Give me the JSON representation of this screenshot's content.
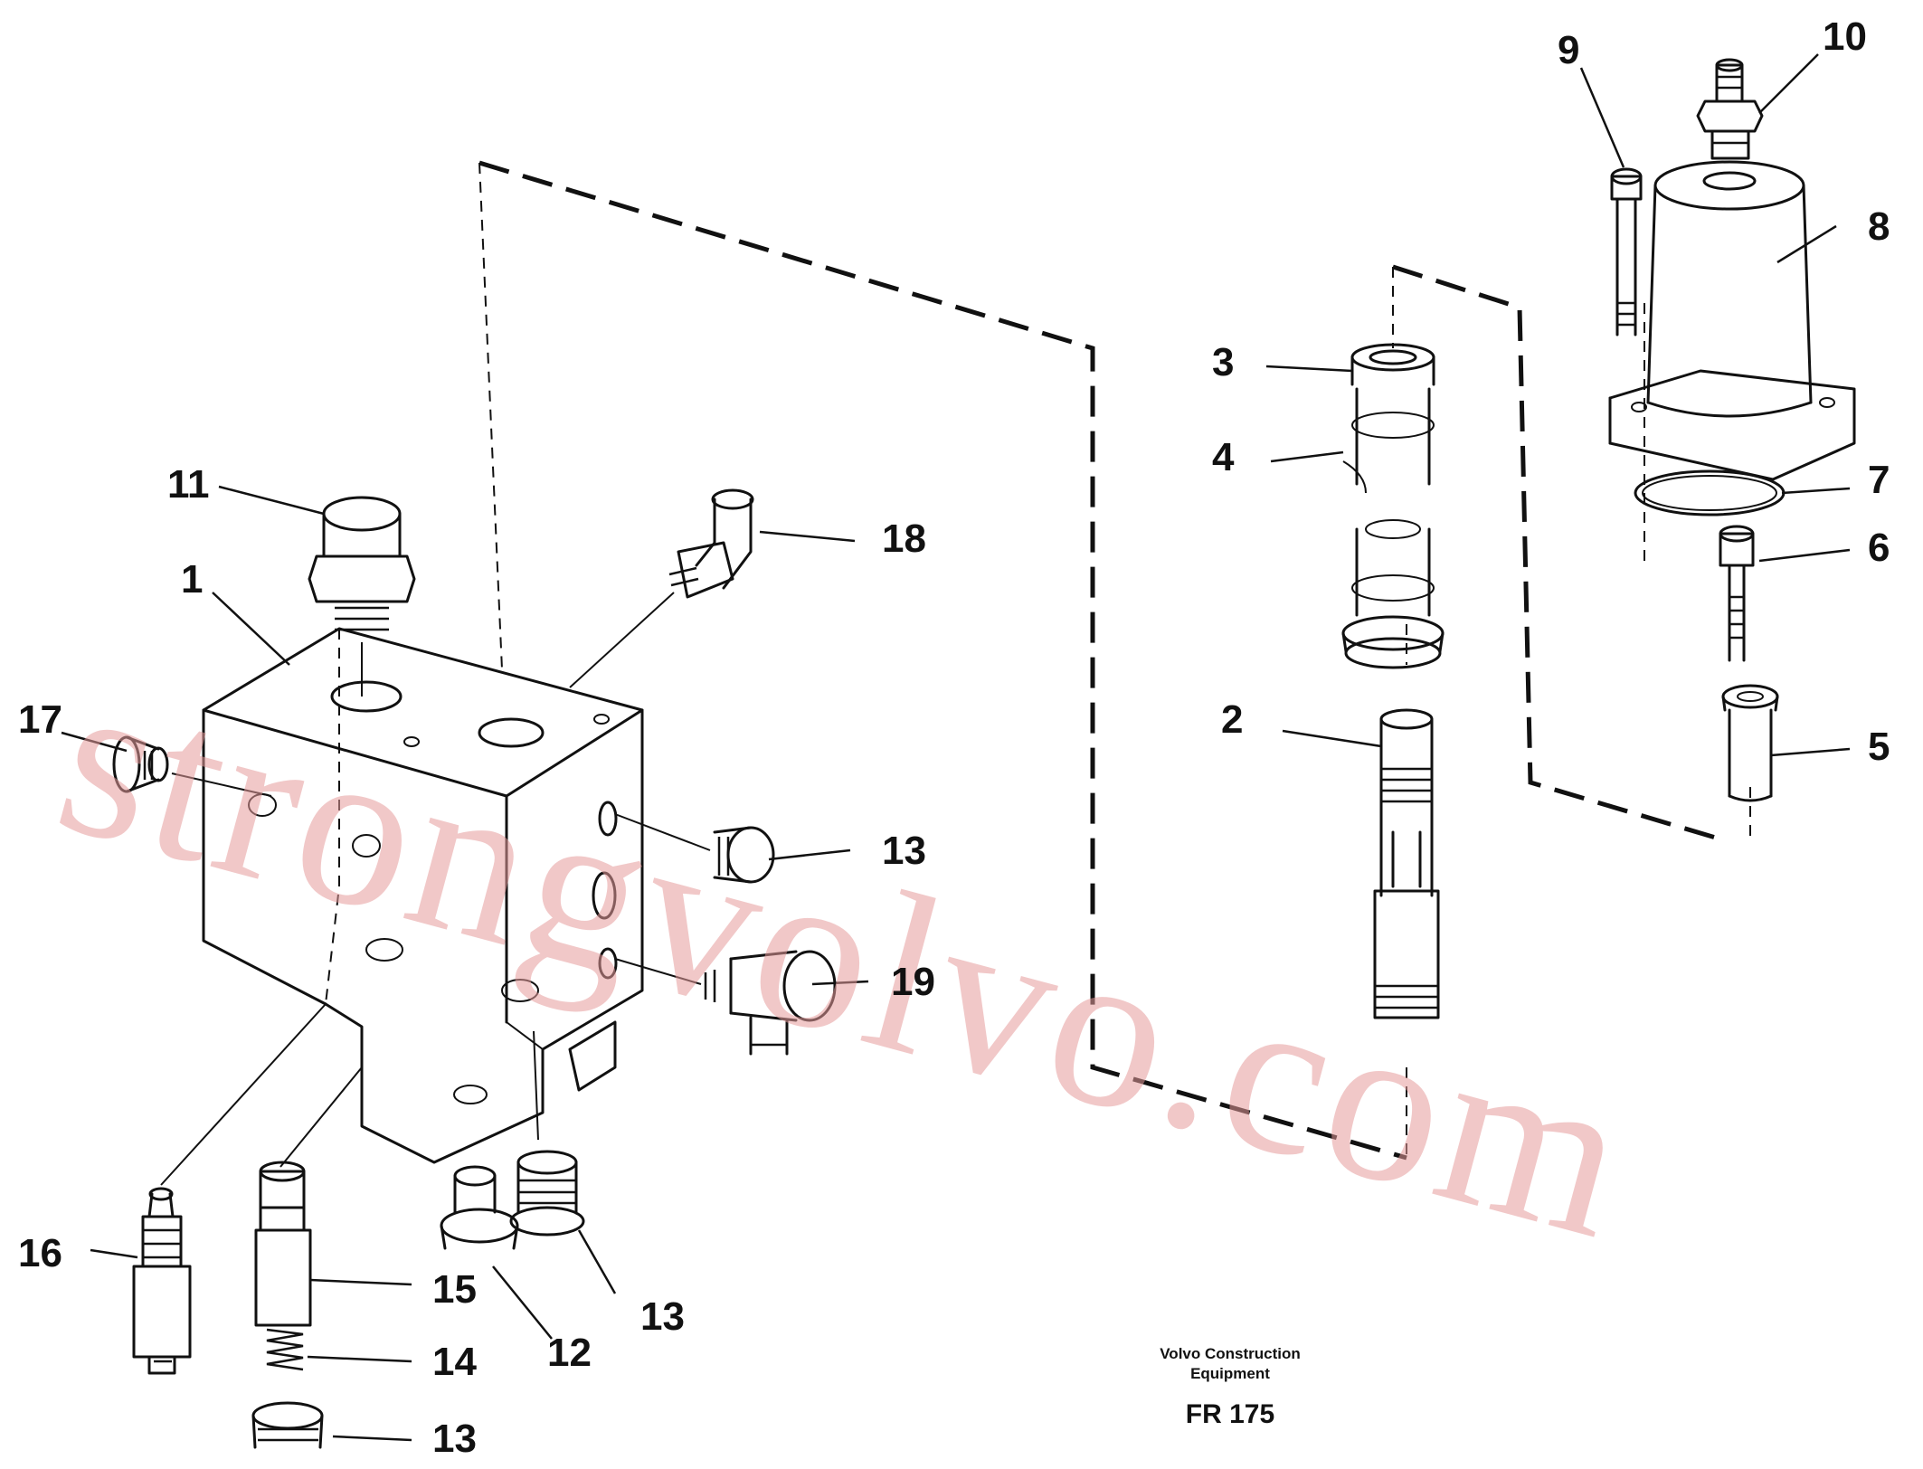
{
  "labels": {
    "p1": "1",
    "p2": "2",
    "p3": "3",
    "p4": "4",
    "p5": "5",
    "p6": "6",
    "p7": "7",
    "p8": "8",
    "p9": "9",
    "p10": "10",
    "p11": "11",
    "p12": "12",
    "p13a": "13",
    "p13b": "13",
    "p13c": "13",
    "p14": "14",
    "p15": "15",
    "p16": "16",
    "p17": "17",
    "p18": "18",
    "p19": "19"
  },
  "footer": {
    "publisher_line1": "Volvo Construction",
    "publisher_line2": "Equipment",
    "drawing_code": "FR 175"
  },
  "watermark": "strongvolvo.com"
}
